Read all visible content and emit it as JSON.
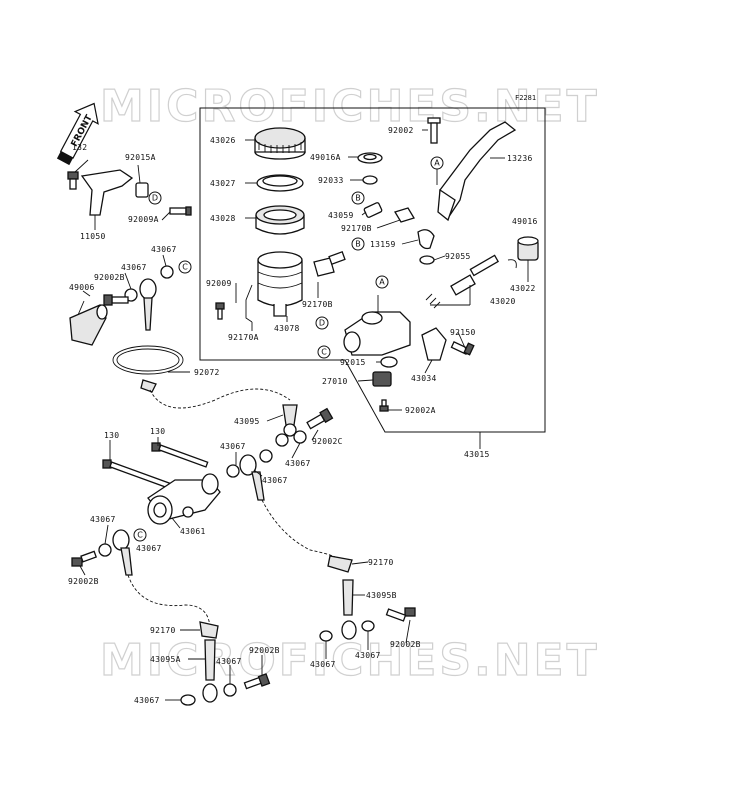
{
  "watermark": {
    "text": "MICROFICHES.NET"
  },
  "diagram_ref": "F2281",
  "front_label": "FRONT",
  "callouts": {
    "a": "A",
    "b": "B",
    "c": "C",
    "d": "D"
  },
  "part_numbers": {
    "p43026": "43026",
    "p92002_top": "92002",
    "p13236": "13236",
    "p49016A": "49016A",
    "p43027": "43027",
    "p92033": "92033",
    "p43028": "43028",
    "p43059": "43059",
    "p92170B_top": "92170B",
    "p13159": "13159",
    "p92055": "92055",
    "p49016": "49016",
    "p43022": "43022",
    "p43020": "43020",
    "p92009": "92009",
    "p92170B_mid": "92170B",
    "p92170A": "92170A",
    "p43078": "43078",
    "p92150": "92150",
    "p92015": "92015",
    "p43034": "43034",
    "p27010": "27010",
    "p92002A": "92002A",
    "p43015": "43015",
    "p132": "132",
    "p92015A": "92015A",
    "p92009A": "92009A",
    "p11050": "11050",
    "p43067_a": "43067",
    "p92002B_a": "92002B",
    "p43067_b": "43067",
    "p49006": "49006",
    "p92072": "92072",
    "p43095": "43095",
    "p92002C": "92002C",
    "p130_a": "130",
    "p130_b": "130",
    "p43067_c": "43067",
    "p43067_d": "43067",
    "p43061": "43061",
    "p43067_e": "43067",
    "p43067_f": "43067",
    "p92002B_b": "92002B",
    "p92170_a": "92170",
    "p43095B": "43095B",
    "p92002B_c": "92002B",
    "p92170_b": "92170",
    "p43095A": "43095A",
    "p43067_g": "43067",
    "p92002B_d": "92002B",
    "p43067_h": "43067",
    "p43067_i": "43067",
    "p43067_j": "43067"
  }
}
